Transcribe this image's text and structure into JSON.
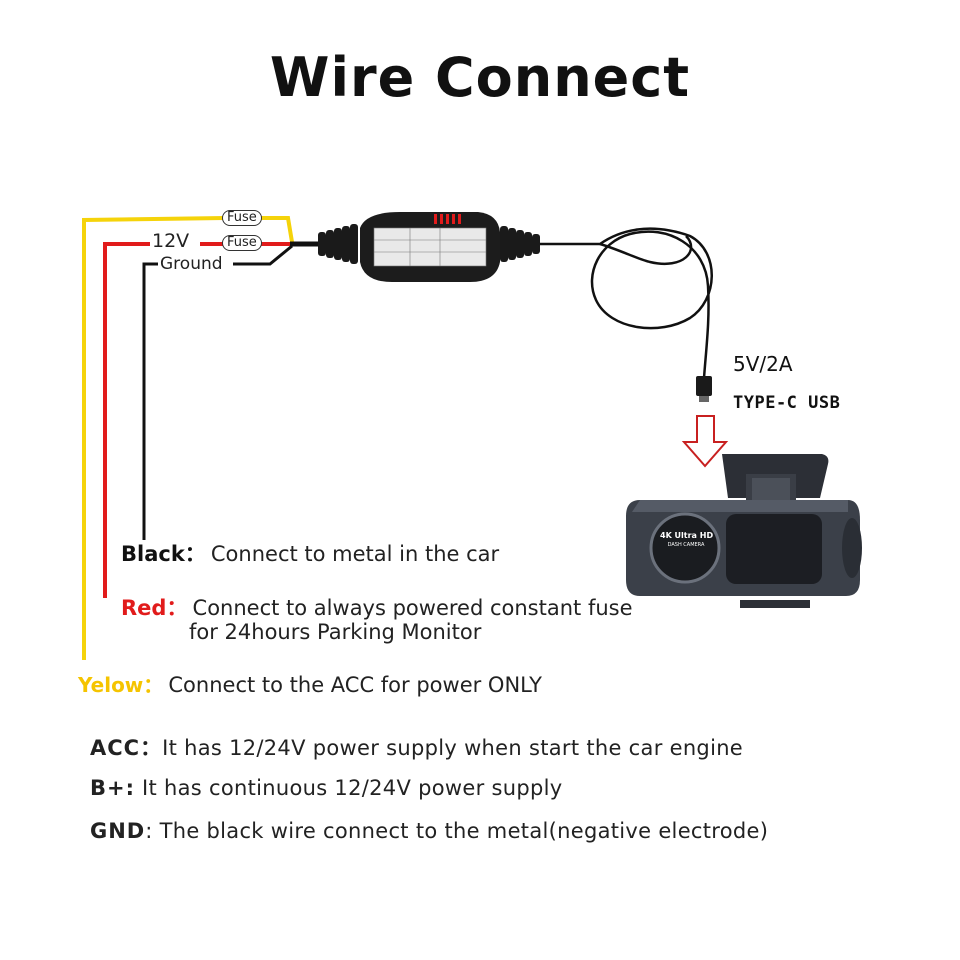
{
  "title": "Wire Connect",
  "wires": {
    "v12_label": "12V",
    "ground_label": "Ground",
    "fuse_top": "Fuse",
    "fuse_mid": "Fuse",
    "colors": {
      "yellow": "#f5d30a",
      "red": "#e11b1b",
      "black": "#111111"
    }
  },
  "output": {
    "power": "5V/2A",
    "connector": "TYPE-C USB"
  },
  "camera": {
    "badge_line1": "4K Ultra HD",
    "badge_line2": "DASH CAMERA"
  },
  "connections": {
    "black": {
      "key": "Black：",
      "text": "Connect to metal in the car",
      "color": "#111111"
    },
    "red": {
      "key": "Red：",
      "text_line1": "Connect to always powered constant fuse",
      "text_line2": "for 24hours Parking Monitor",
      "color": "#e11b1b"
    },
    "yellow": {
      "key": "Yelow：",
      "text": "Connect to the ACC for power ONLY",
      "color": "#f5c400"
    }
  },
  "notes": [
    {
      "key": "ACC：",
      "text": "It has 12/24V power supply when start the car engine"
    },
    {
      "key": "B+:",
      "text": " It has continuous 12/24V power supply"
    },
    {
      "key": "GND",
      "text": ": The black wire connect to the metal(negative electrode)"
    }
  ]
}
